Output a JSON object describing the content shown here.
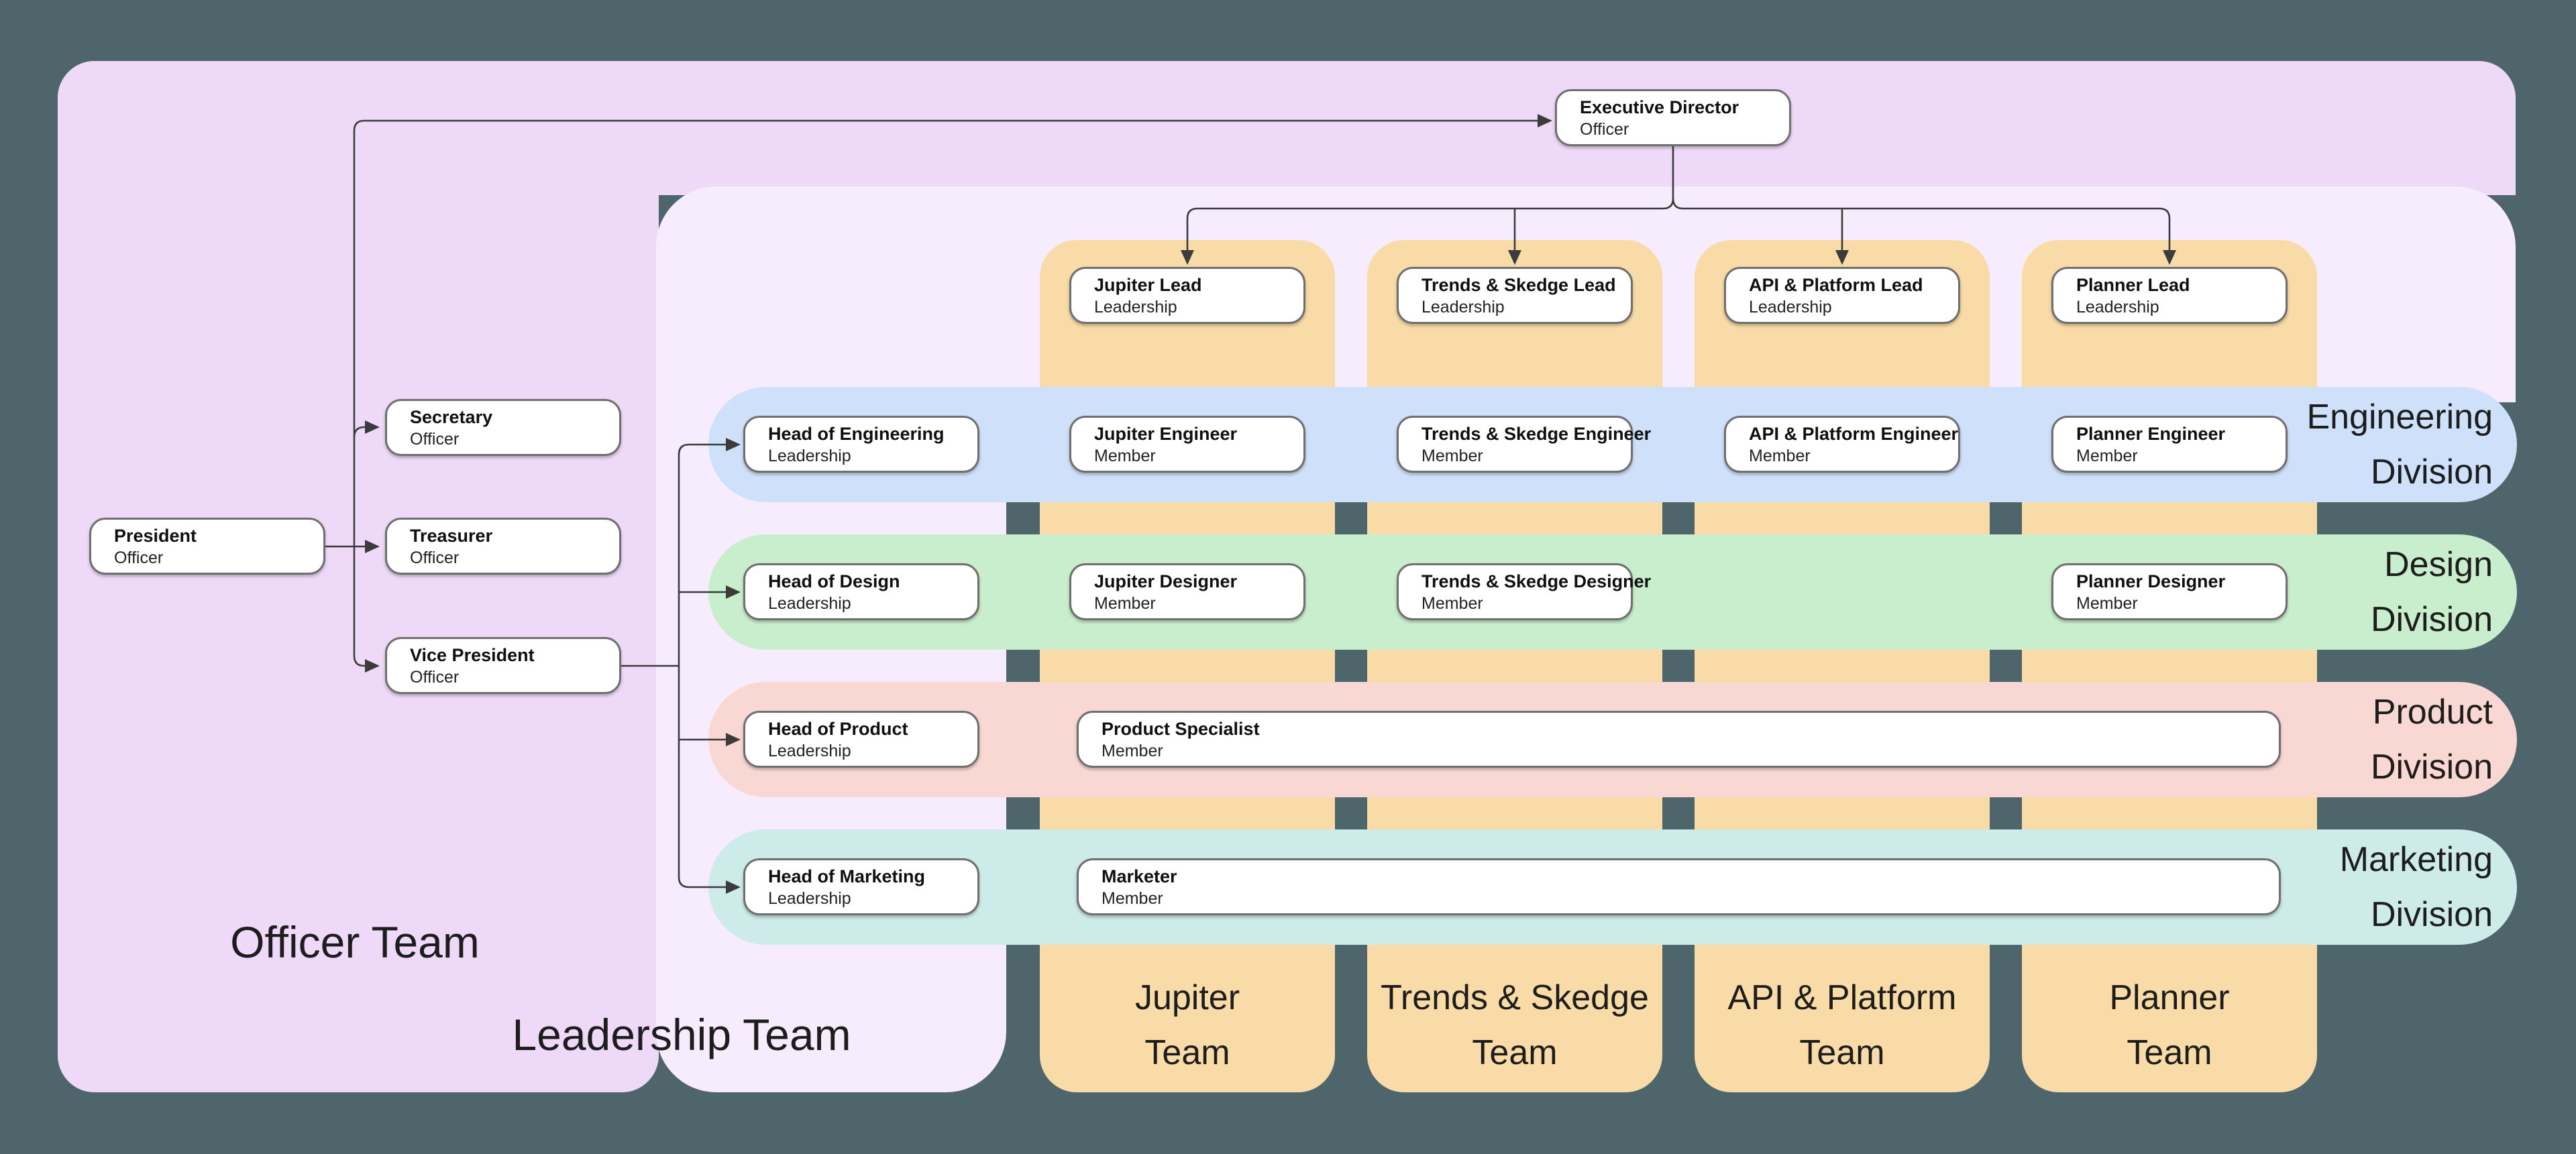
{
  "groups": {
    "officer": {
      "label": "Officer Team"
    },
    "leadership": {
      "label": "Leadership Team"
    }
  },
  "divisions": [
    {
      "id": "engineering",
      "line1": "Engineering",
      "line2": "Division",
      "color": "#cfe0fb"
    },
    {
      "id": "design",
      "line1": "Design",
      "line2": "Division",
      "color": "#c9eecd"
    },
    {
      "id": "product",
      "line1": "Product",
      "line2": "Division",
      "color": "#f9d7d2"
    },
    {
      "id": "marketing",
      "line1": "Marketing",
      "line2": "Division",
      "color": "#cdebe8"
    }
  ],
  "teams": [
    {
      "id": "jupiter",
      "line1": "Jupiter",
      "line2": "Team",
      "color": "#f8dba6"
    },
    {
      "id": "trends",
      "line1": "Trends & Skedge",
      "line2": "Team",
      "color": "#f8dba6"
    },
    {
      "id": "api",
      "line1": "API & Platform",
      "line2": "Team",
      "color": "#f8dba6"
    },
    {
      "id": "planner",
      "line1": "Planner",
      "line2": "Team",
      "color": "#f8dba6"
    }
  ],
  "nodes": {
    "president": {
      "title": "President",
      "subtitle": "Officer"
    },
    "secretary": {
      "title": "Secretary",
      "subtitle": "Officer"
    },
    "treasurer": {
      "title": "Treasurer",
      "subtitle": "Officer"
    },
    "vice_president": {
      "title": "Vice President",
      "subtitle": "Officer"
    },
    "executive_director": {
      "title": "Executive Director",
      "subtitle": "Officer"
    },
    "head_engineering": {
      "title": "Head of Engineering",
      "subtitle": "Leadership"
    },
    "head_design": {
      "title": "Head of Design",
      "subtitle": "Leadership"
    },
    "head_product": {
      "title": "Head of Product",
      "subtitle": "Leadership"
    },
    "head_marketing": {
      "title": "Head of Marketing",
      "subtitle": "Leadership"
    },
    "lead_jupiter": {
      "title": "Jupiter Lead",
      "subtitle": "Leadership"
    },
    "lead_trends": {
      "title": "Trends & Skedge Lead",
      "subtitle": "Leadership"
    },
    "lead_api": {
      "title": "API & Platform Lead",
      "subtitle": "Leadership"
    },
    "lead_planner": {
      "title": "Planner Lead",
      "subtitle": "Leadership"
    },
    "eng_jupiter": {
      "title": "Jupiter Engineer",
      "subtitle": "Member"
    },
    "eng_trends": {
      "title": "Trends & Skedge Engineer",
      "subtitle": "Member"
    },
    "eng_api": {
      "title": "API & Platform Engineer",
      "subtitle": "Member"
    },
    "eng_planner": {
      "title": "Planner Engineer",
      "subtitle": "Member"
    },
    "des_jupiter": {
      "title": "Jupiter Designer",
      "subtitle": "Member"
    },
    "des_trends": {
      "title": "Trends & Skedge Designer",
      "subtitle": "Member"
    },
    "des_planner": {
      "title": "Planner Designer",
      "subtitle": "Member"
    },
    "product_specialist": {
      "title": "Product Specialist",
      "subtitle": "Member"
    },
    "marketer": {
      "title": "Marketer",
      "subtitle": "Member"
    }
  },
  "colors": {
    "background": "#4e656b",
    "officer_region": "#eedaf8",
    "leadership_region": "#f6ecfd",
    "team_column": "#f8dba6",
    "engineering_band": "#cfe0fb",
    "design_band": "#c9eecd",
    "product_band": "#f9d7d2",
    "marketing_band": "#cdebe8",
    "node_border": "#6f6f6f",
    "connector": "#3b3b3b"
  }
}
